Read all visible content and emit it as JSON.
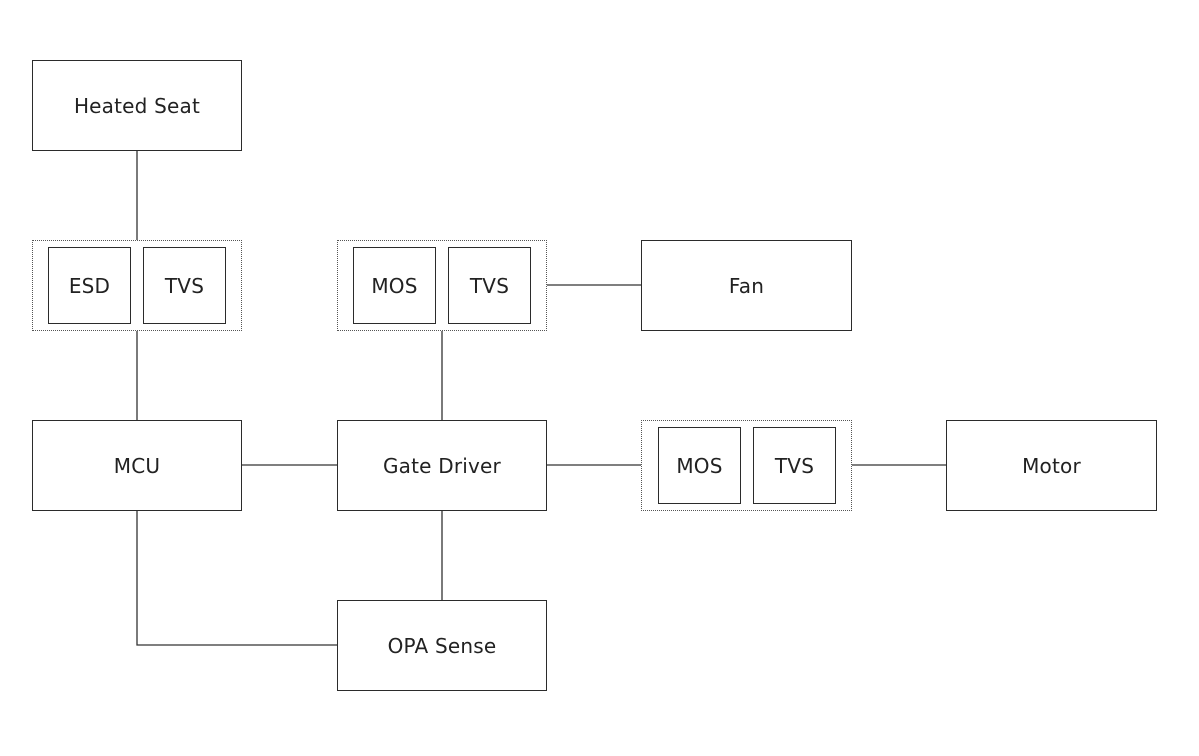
{
  "diagram": {
    "blocks": {
      "heated_seat": "Heated Seat",
      "mcu": "MCU",
      "gate_driver": "Gate Driver",
      "opa_sense": "OPA Sense",
      "fan": "Fan",
      "motor": "Motor"
    },
    "protection_groups": {
      "seat_protection": {
        "esd": "ESD",
        "tvs": "TVS"
      },
      "fan_switch": {
        "mos": "MOS",
        "tvs": "TVS"
      },
      "motor_switch": {
        "mos": "MOS",
        "tvs": "TVS"
      }
    },
    "colors": {
      "line": "#333333",
      "border": "#2b2b2b",
      "group_border": "#555555",
      "text": "#222222",
      "background": "#ffffff"
    }
  }
}
